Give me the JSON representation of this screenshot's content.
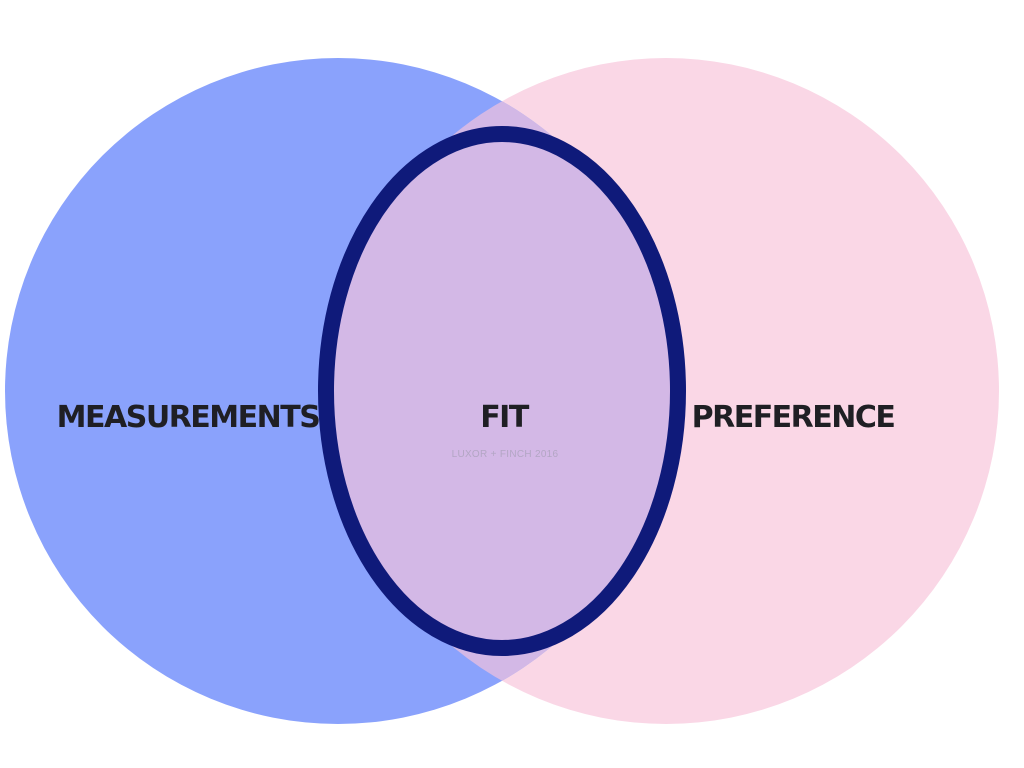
{
  "diagram": {
    "type": "venn",
    "sets": {
      "left": {
        "label": "MEASUREMENTS",
        "color": "#8aa2fc"
      },
      "right": {
        "label": "PREFERENCE",
        "color": "#fad7e6"
      }
    },
    "intersection": {
      "label": "FIT",
      "fill_color": "#d3b8e6",
      "outline_color": "#0f1a7a",
      "watermark": "LUXOR + FINCH 2016"
    },
    "text_color": "#1f1f24"
  }
}
